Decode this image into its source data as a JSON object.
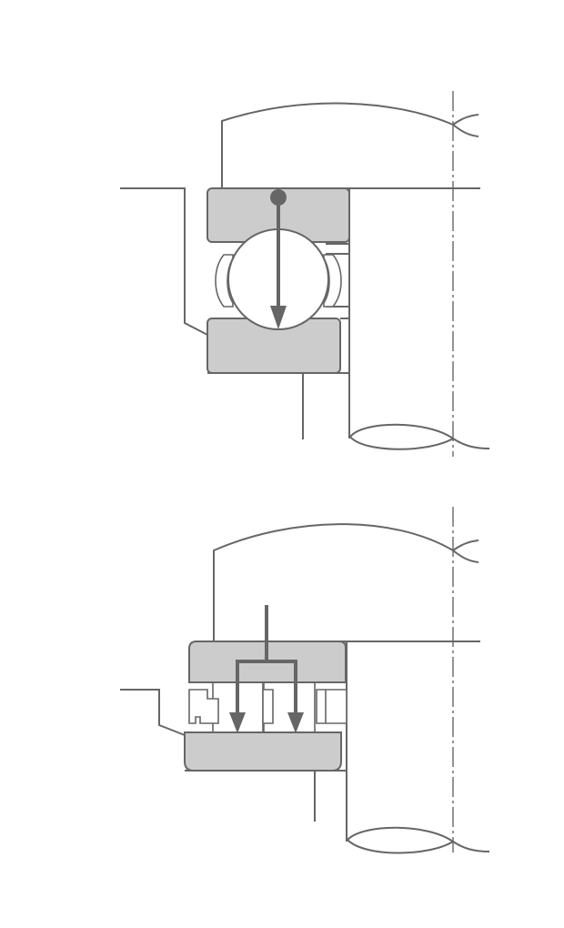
{
  "diagram": {
    "figures": [
      {
        "name": "angular-contact-ball-bearing",
        "load_arrows": 1
      },
      {
        "name": "cylindrical-roller-bearing",
        "load_arrows": 2
      }
    ],
    "colors": {
      "line": "#666666",
      "ring_fill": "#cccccc",
      "background": "#ffffff"
    }
  }
}
